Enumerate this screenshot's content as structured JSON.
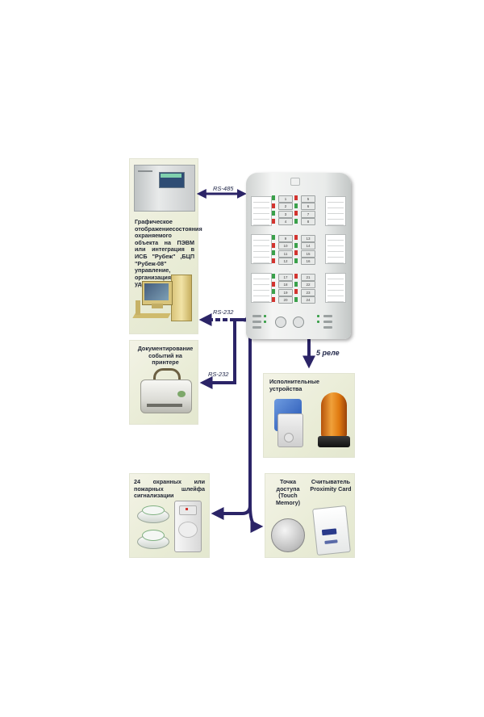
{
  "panels": {
    "monitoring": {
      "text": "Графическое отображениесостояния охраняемого объекта на ПЭВМ или интеграция в ИСБ \"Рубеж\" ,БЦП \"Рубеж-08\" управление, организация удаленных АРМ."
    },
    "printer": {
      "text": "Документирование событий на принтере"
    },
    "actuators": {
      "text": "Исполнительные устройства"
    },
    "loops": {
      "text": "24 охранных или пожарных шлейфа сигнализации"
    },
    "access_point": {
      "text": "Точка доступа (Touch Memory)"
    },
    "reader": {
      "text": "Считыватель Proximity Card"
    }
  },
  "links": {
    "rs485": "RS-485",
    "rs232_pc": "RS-232",
    "rs232_printer": "RS-232",
    "relays": "5 реле"
  },
  "device": {
    "key_numbers": [
      "1",
      "2",
      "3",
      "4",
      "5",
      "6",
      "7",
      "8",
      "9",
      "10",
      "11",
      "12",
      "13",
      "14",
      "15",
      "16",
      "17",
      "18",
      "19",
      "20",
      "21",
      "22",
      "23",
      "24"
    ]
  },
  "colors": {
    "wire": "#2b2467",
    "panel_bg": "#eceedb",
    "led_green": "#3aa04a",
    "led_red": "#d2342f",
    "beacon_orange": "#e07a10",
    "siren_blue": "#1f4fb0"
  }
}
